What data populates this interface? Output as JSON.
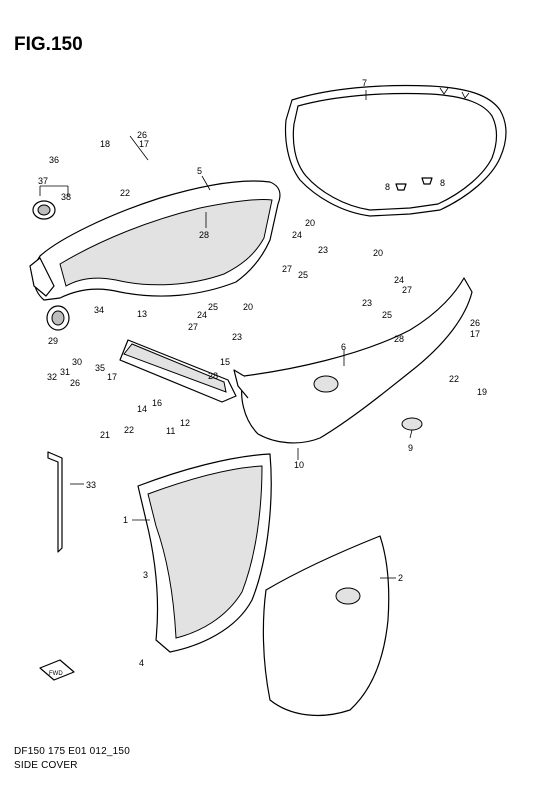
{
  "figure": {
    "title": "FIG.150",
    "code": "DF150 175 E01 012_150",
    "caption": "SIDE COVER",
    "fwd_label": "FWD"
  },
  "callouts": [
    {
      "id": "c7",
      "label": "7"
    },
    {
      "id": "c26a",
      "label": "26"
    },
    {
      "id": "c18",
      "label": "18"
    },
    {
      "id": "c17a",
      "label": "17"
    },
    {
      "id": "c36",
      "label": "36"
    },
    {
      "id": "c37",
      "label": "37"
    },
    {
      "id": "c38",
      "label": "38"
    },
    {
      "id": "c22a",
      "label": "22"
    },
    {
      "id": "c5",
      "label": "5"
    },
    {
      "id": "c8a",
      "label": "8"
    },
    {
      "id": "c8b",
      "label": "8"
    },
    {
      "id": "c28a",
      "label": "28"
    },
    {
      "id": "c20a",
      "label": "20"
    },
    {
      "id": "c24a",
      "label": "24"
    },
    {
      "id": "c23a",
      "label": "23"
    },
    {
      "id": "c27a",
      "label": "27"
    },
    {
      "id": "c25a",
      "label": "25"
    },
    {
      "id": "c20b",
      "label": "20"
    },
    {
      "id": "c24b",
      "label": "24"
    },
    {
      "id": "c27b",
      "label": "27"
    },
    {
      "id": "c23b",
      "label": "23"
    },
    {
      "id": "c25b",
      "label": "25"
    },
    {
      "id": "c28b",
      "label": "28"
    },
    {
      "id": "c26b",
      "label": "26"
    },
    {
      "id": "c17b",
      "label": "17"
    },
    {
      "id": "c22b",
      "label": "22"
    },
    {
      "id": "c19",
      "label": "19"
    },
    {
      "id": "c6",
      "label": "6"
    },
    {
      "id": "c34",
      "label": "34"
    },
    {
      "id": "c13",
      "label": "13"
    },
    {
      "id": "c25c",
      "label": "25"
    },
    {
      "id": "c20c",
      "label": "20"
    },
    {
      "id": "c24c",
      "label": "24"
    },
    {
      "id": "c27c",
      "label": "27"
    },
    {
      "id": "c23c",
      "label": "23"
    },
    {
      "id": "c29",
      "label": "29"
    },
    {
      "id": "c30",
      "label": "30"
    },
    {
      "id": "c31",
      "label": "31"
    },
    {
      "id": "c32",
      "label": "32"
    },
    {
      "id": "c35",
      "label": "35"
    },
    {
      "id": "c15",
      "label": "15"
    },
    {
      "id": "c28c",
      "label": "28"
    },
    {
      "id": "c26c",
      "label": "26"
    },
    {
      "id": "c17c",
      "label": "17"
    },
    {
      "id": "c14",
      "label": "14"
    },
    {
      "id": "c16",
      "label": "16"
    },
    {
      "id": "c21",
      "label": "21"
    },
    {
      "id": "c22c",
      "label": "22"
    },
    {
      "id": "c11",
      "label": "11"
    },
    {
      "id": "c12",
      "label": "12"
    },
    {
      "id": "c10",
      "label": "10"
    },
    {
      "id": "c9",
      "label": "9"
    },
    {
      "id": "c33",
      "label": "33"
    },
    {
      "id": "c1",
      "label": "1"
    },
    {
      "id": "c2",
      "label": "2"
    },
    {
      "id": "c3",
      "label": "3"
    },
    {
      "id": "c4",
      "label": "4"
    }
  ]
}
